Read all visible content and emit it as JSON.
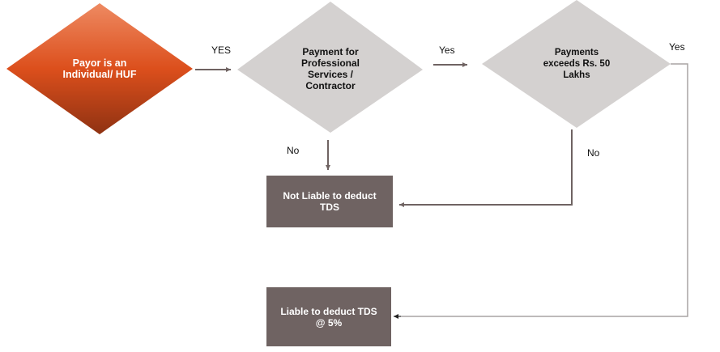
{
  "nodes": {
    "payor_decision": {
      "text": "Payor is an\nIndividual/ HUF"
    },
    "payment_type_decision": {
      "text": "Payment for\nProfessional\nServices /\nContractor"
    },
    "amount_decision": {
      "text": "Payments\nexceeds Rs. 50\nLakhs"
    },
    "not_liable_result": {
      "text": "Not Liable to deduct\nTDS"
    },
    "liable_result": {
      "text": "Liable to deduct TDS\n@ 5%"
    }
  },
  "edges": {
    "payor_to_payment_type": "YES",
    "payment_type_to_amount": "Yes",
    "payment_type_to_not_liable": "No",
    "amount_to_not_liable": "No",
    "amount_to_liable": "Yes"
  },
  "colors": {
    "decision_start_top": "#ee8a62",
    "decision_start_mid": "#dc4f1c",
    "decision_start_bottom": "#8f3212",
    "decision_gray": "#d4d1d0",
    "result_box": "#6f6362",
    "connector": "#6f6362",
    "connector_light": "#a8a4a3"
  }
}
